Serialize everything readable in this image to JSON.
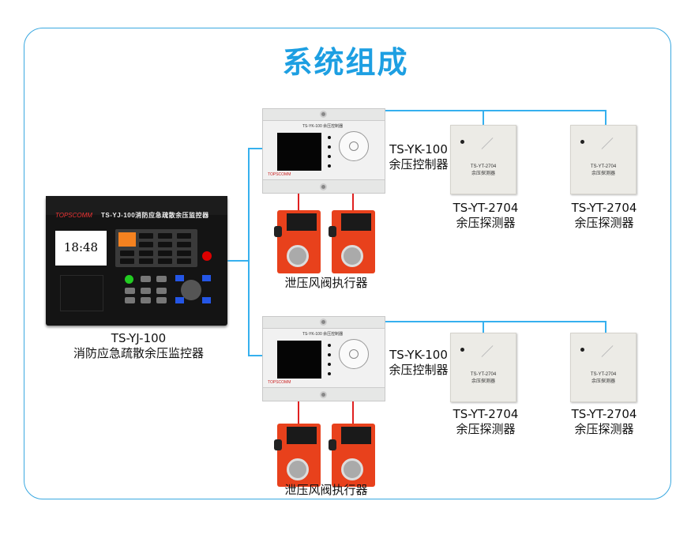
{
  "title": "系统组成",
  "monitor": {
    "model": "TS-YJ-100",
    "name": "消防应急疏散余压监控器",
    "panel_title": "TS-YJ-100消防应急疏散余压监控器",
    "brand": "TOPSCOMM",
    "clock": "18:48"
  },
  "controller": {
    "model": "TS-YK-100",
    "name": "余压控制器",
    "panel_title": "TS-YK-100 余压控制器",
    "brand": "TOPSCOMM"
  },
  "detector": {
    "model": "TS-YT-2704",
    "name": "余压探测器"
  },
  "actuator": {
    "name": "泄压风阀执行器"
  },
  "colors": {
    "accent": "#1d9fe2",
    "signal_line": "#36b0ee",
    "power_line": "#e02020"
  }
}
